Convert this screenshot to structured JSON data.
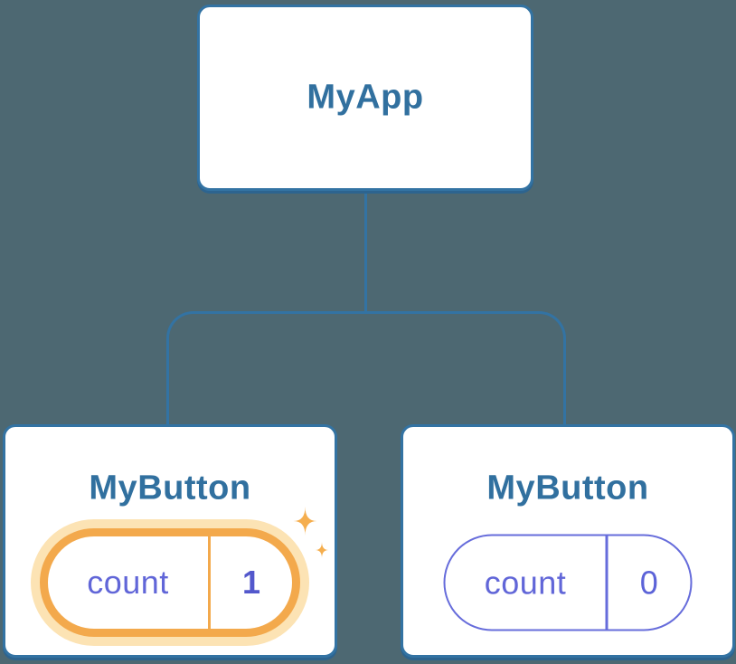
{
  "diagram": {
    "type": "component-tree",
    "nodes": {
      "app": {
        "label": "MyApp"
      },
      "button_left": {
        "label": "MyButton",
        "state_name": "count",
        "state_value": "1",
        "highlighted": true
      },
      "button_right": {
        "label": "MyButton",
        "state_name": "count",
        "state_value": "0",
        "highlighted": false
      }
    },
    "icons": {
      "sparkle": "sparkle-icon"
    }
  },
  "colors": {
    "background": "#4d6872",
    "stroke": "#3373a3",
    "stroke_shadow": "#2d648f",
    "card_fill": "#ffffff",
    "heading": "#31709f",
    "state_text": "#6166d8",
    "state_border": "#666cdb",
    "state_value_left": "#5358cc",
    "state_value_right": "#5c63d8",
    "highlight_ring": "#f3a94c",
    "highlight_glow": "#fce3b4",
    "sparkle": "#f5ae4e"
  }
}
